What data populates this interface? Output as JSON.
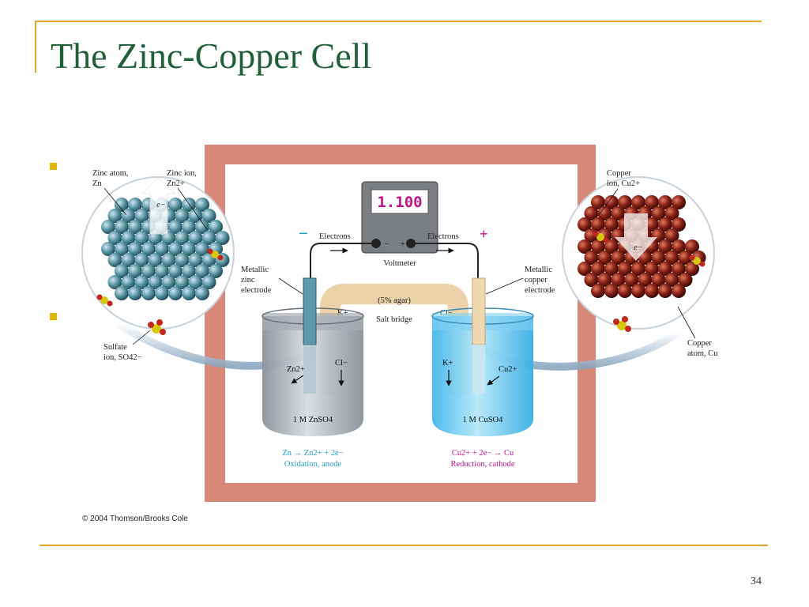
{
  "slide": {
    "title": "The Zinc-Copper Cell",
    "page_number": "34",
    "copyright": "© 2004 Thomson/Brooks Cole"
  },
  "diagram": {
    "voltmeter_display": "1.100",
    "voltmeter_label": "Voltmeter",
    "minus_sign": "−",
    "plus_sign": "+",
    "electrons_left": "Electrons",
    "electrons_right": "Electrons",
    "meter_minus": "−",
    "meter_plus": "+",
    "zinc_electrode": [
      "Metallic",
      "zinc",
      "electrode"
    ],
    "copper_electrode": [
      "Metallic",
      "copper",
      "electrode"
    ],
    "salt_bridge_agar": "(5% agar)",
    "salt_bridge": "Salt bridge",
    "k_plus_top": "K+",
    "cl_minus_top": "Cl−",
    "zn2_in_beaker": "Zn2+",
    "cl_in_beaker": "Cl−",
    "k_in_beaker": "K+",
    "cu2_in_beaker": "Cu2+",
    "left_solution": "1 M ZnSO4",
    "right_solution": "1 M CuSO4",
    "left_reaction": "Zn → Zn2+ + 2e−",
    "left_process": "Oxidation, anode",
    "right_reaction": "Cu2+ + 2e− → Cu",
    "right_process": "Reduction, cathode",
    "zinc_atom": [
      "Zinc atom,",
      "Zn"
    ],
    "zinc_ion": [
      "Zinc ion,",
      "Zn2+"
    ],
    "sulfate_ion": [
      "Sulfate",
      "ion, SO42−"
    ],
    "copper_ion": [
      "Copper",
      "ion, Cu2+"
    ],
    "copper_atom": [
      "Copper",
      "atom, Cu"
    ],
    "electron_symbol": "e−",
    "colors": {
      "title": "#1f5f3a",
      "accent_rule": "#e3a52c",
      "frame": "#d98878",
      "zinc": "#5d98a8",
      "copper": "#8b2217",
      "anode_text": "#1aa0c4",
      "cathode_text": "#c2148a",
      "cuso4": "#5cc5ef"
    }
  }
}
